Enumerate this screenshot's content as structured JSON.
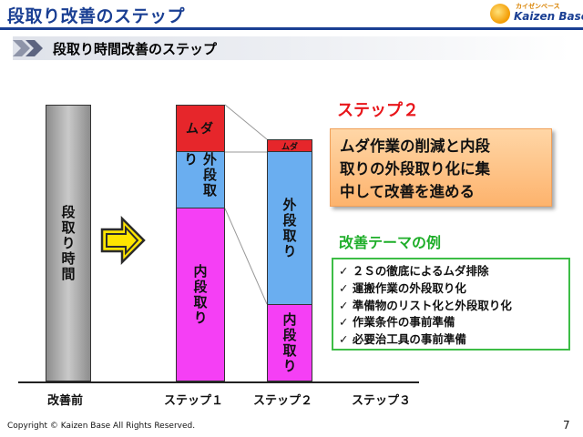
{
  "header": {
    "title": "段取り改善のステップ",
    "logo_sub": "カイゼンベース",
    "logo_name": "Kaizen Base"
  },
  "subtitle": "段取り時間改善のステップ",
  "bars": {
    "before": {
      "label": "段取り時間"
    },
    "step1": {
      "muda": "ムダ",
      "outer": "外段取り",
      "inner": "内段取り"
    },
    "step2": {
      "muda": "ムダ",
      "outer": "外段取り",
      "inner": "内段取り"
    }
  },
  "categories": [
    "改善前",
    "ステップ１",
    "ステップ２",
    "ステップ３"
  ],
  "step2_panel": {
    "heading": "ステップ２",
    "lines": [
      "ムダ作業の削減と内段",
      "取りの外段取り化に集",
      "中して改善を進める"
    ]
  },
  "themes": {
    "heading": "改善テーマの例",
    "items": [
      "２Ｓの徹底によるムダ排除",
      "運搬作業の外段取り化",
      "準備物のリスト化と外段取り化",
      "作業条件の事前準備",
      "必要治工具の事前準備"
    ]
  },
  "colors": {
    "title_blue": "#1a3f93",
    "muda_red": "#e6262b",
    "outer_blue": "#6aaef0",
    "inner_magenta": "#f53ff5",
    "before_gray": "#a6a6a6",
    "arrow_yellow": "#ffe500",
    "accent_red": "#e8151a",
    "theme_green": "#1fae2a",
    "panel_orange": "#fdb36d"
  },
  "footer": {
    "copyright": "Copyright ©  Kaizen Base  All Rights Reserved.",
    "page": "7"
  }
}
